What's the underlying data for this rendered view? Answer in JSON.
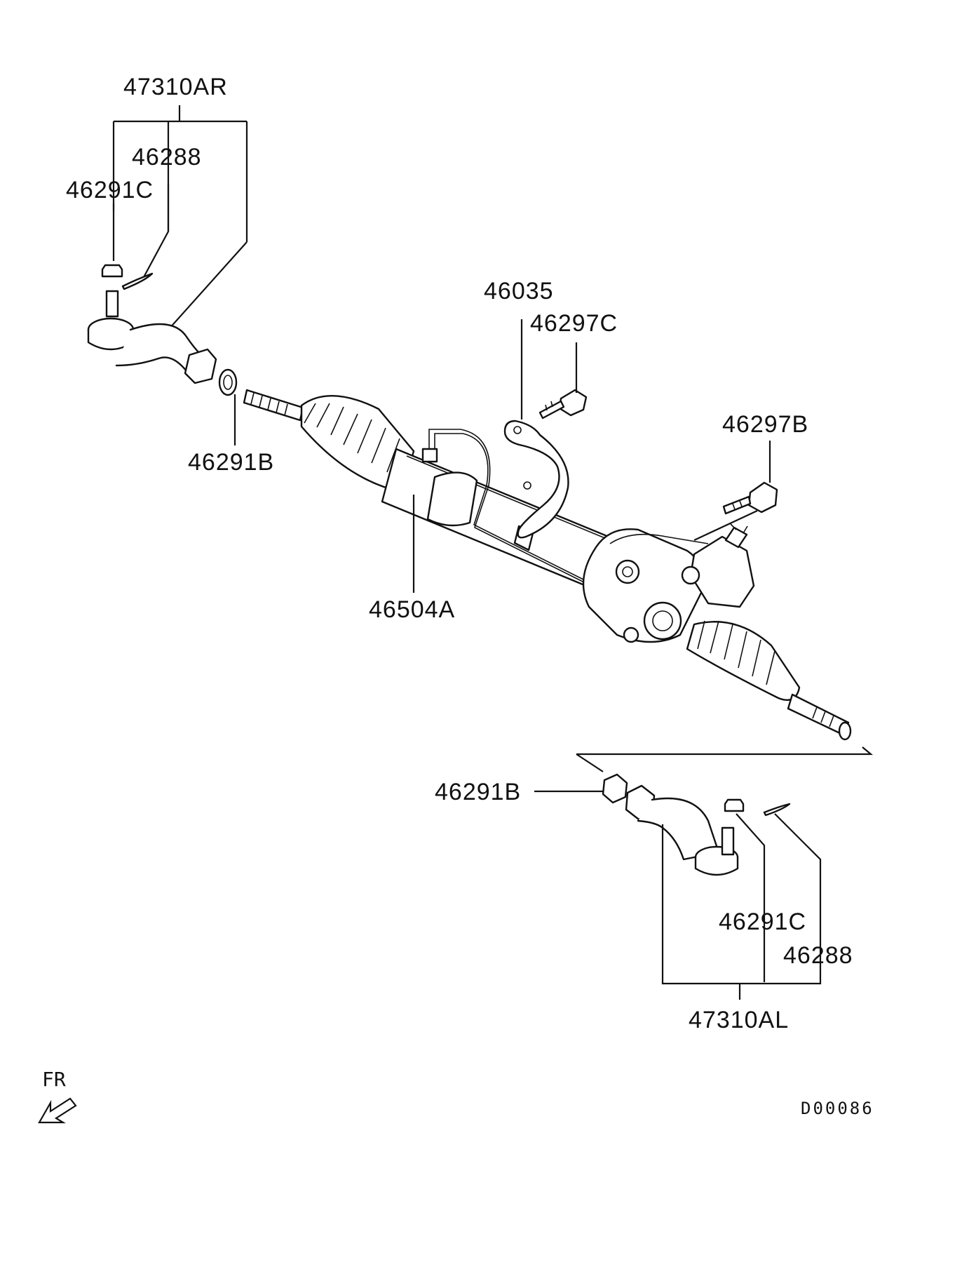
{
  "labels": {
    "p47310AR": "47310AR",
    "p46288_top": "46288",
    "p46291C_top": "46291C",
    "p46291B_top": "46291B",
    "p46035": "46035",
    "p46297C": "46297C",
    "p46297B": "46297B",
    "p46504A": "46504A",
    "p46291B_bottom": "46291B",
    "p46291C_bottom": "46291C",
    "p46288_bottom": "46288",
    "p47310AL": "47310AL"
  },
  "direction_label": "FR",
  "diagram_code": "D00086"
}
